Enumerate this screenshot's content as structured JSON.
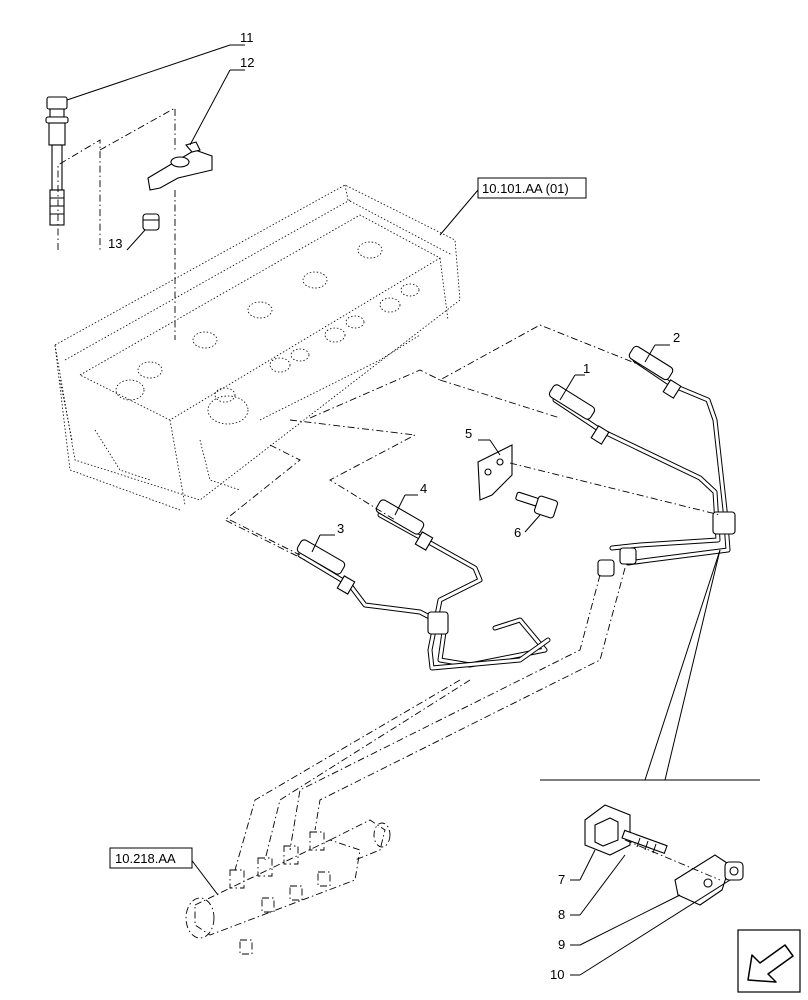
{
  "callouts": {
    "c1": "1",
    "c2": "2",
    "c3": "3",
    "c4": "4",
    "c5": "5",
    "c6": "6",
    "c7": "7",
    "c8": "8",
    "c9": "9",
    "c10": "10",
    "c11": "11",
    "c12": "12",
    "c13": "13"
  },
  "references": {
    "cylinder_head": "10.101.AA (01)",
    "fuel_rail": "10.218.AA"
  },
  "icons": {
    "navigation": "arrow-icon"
  }
}
